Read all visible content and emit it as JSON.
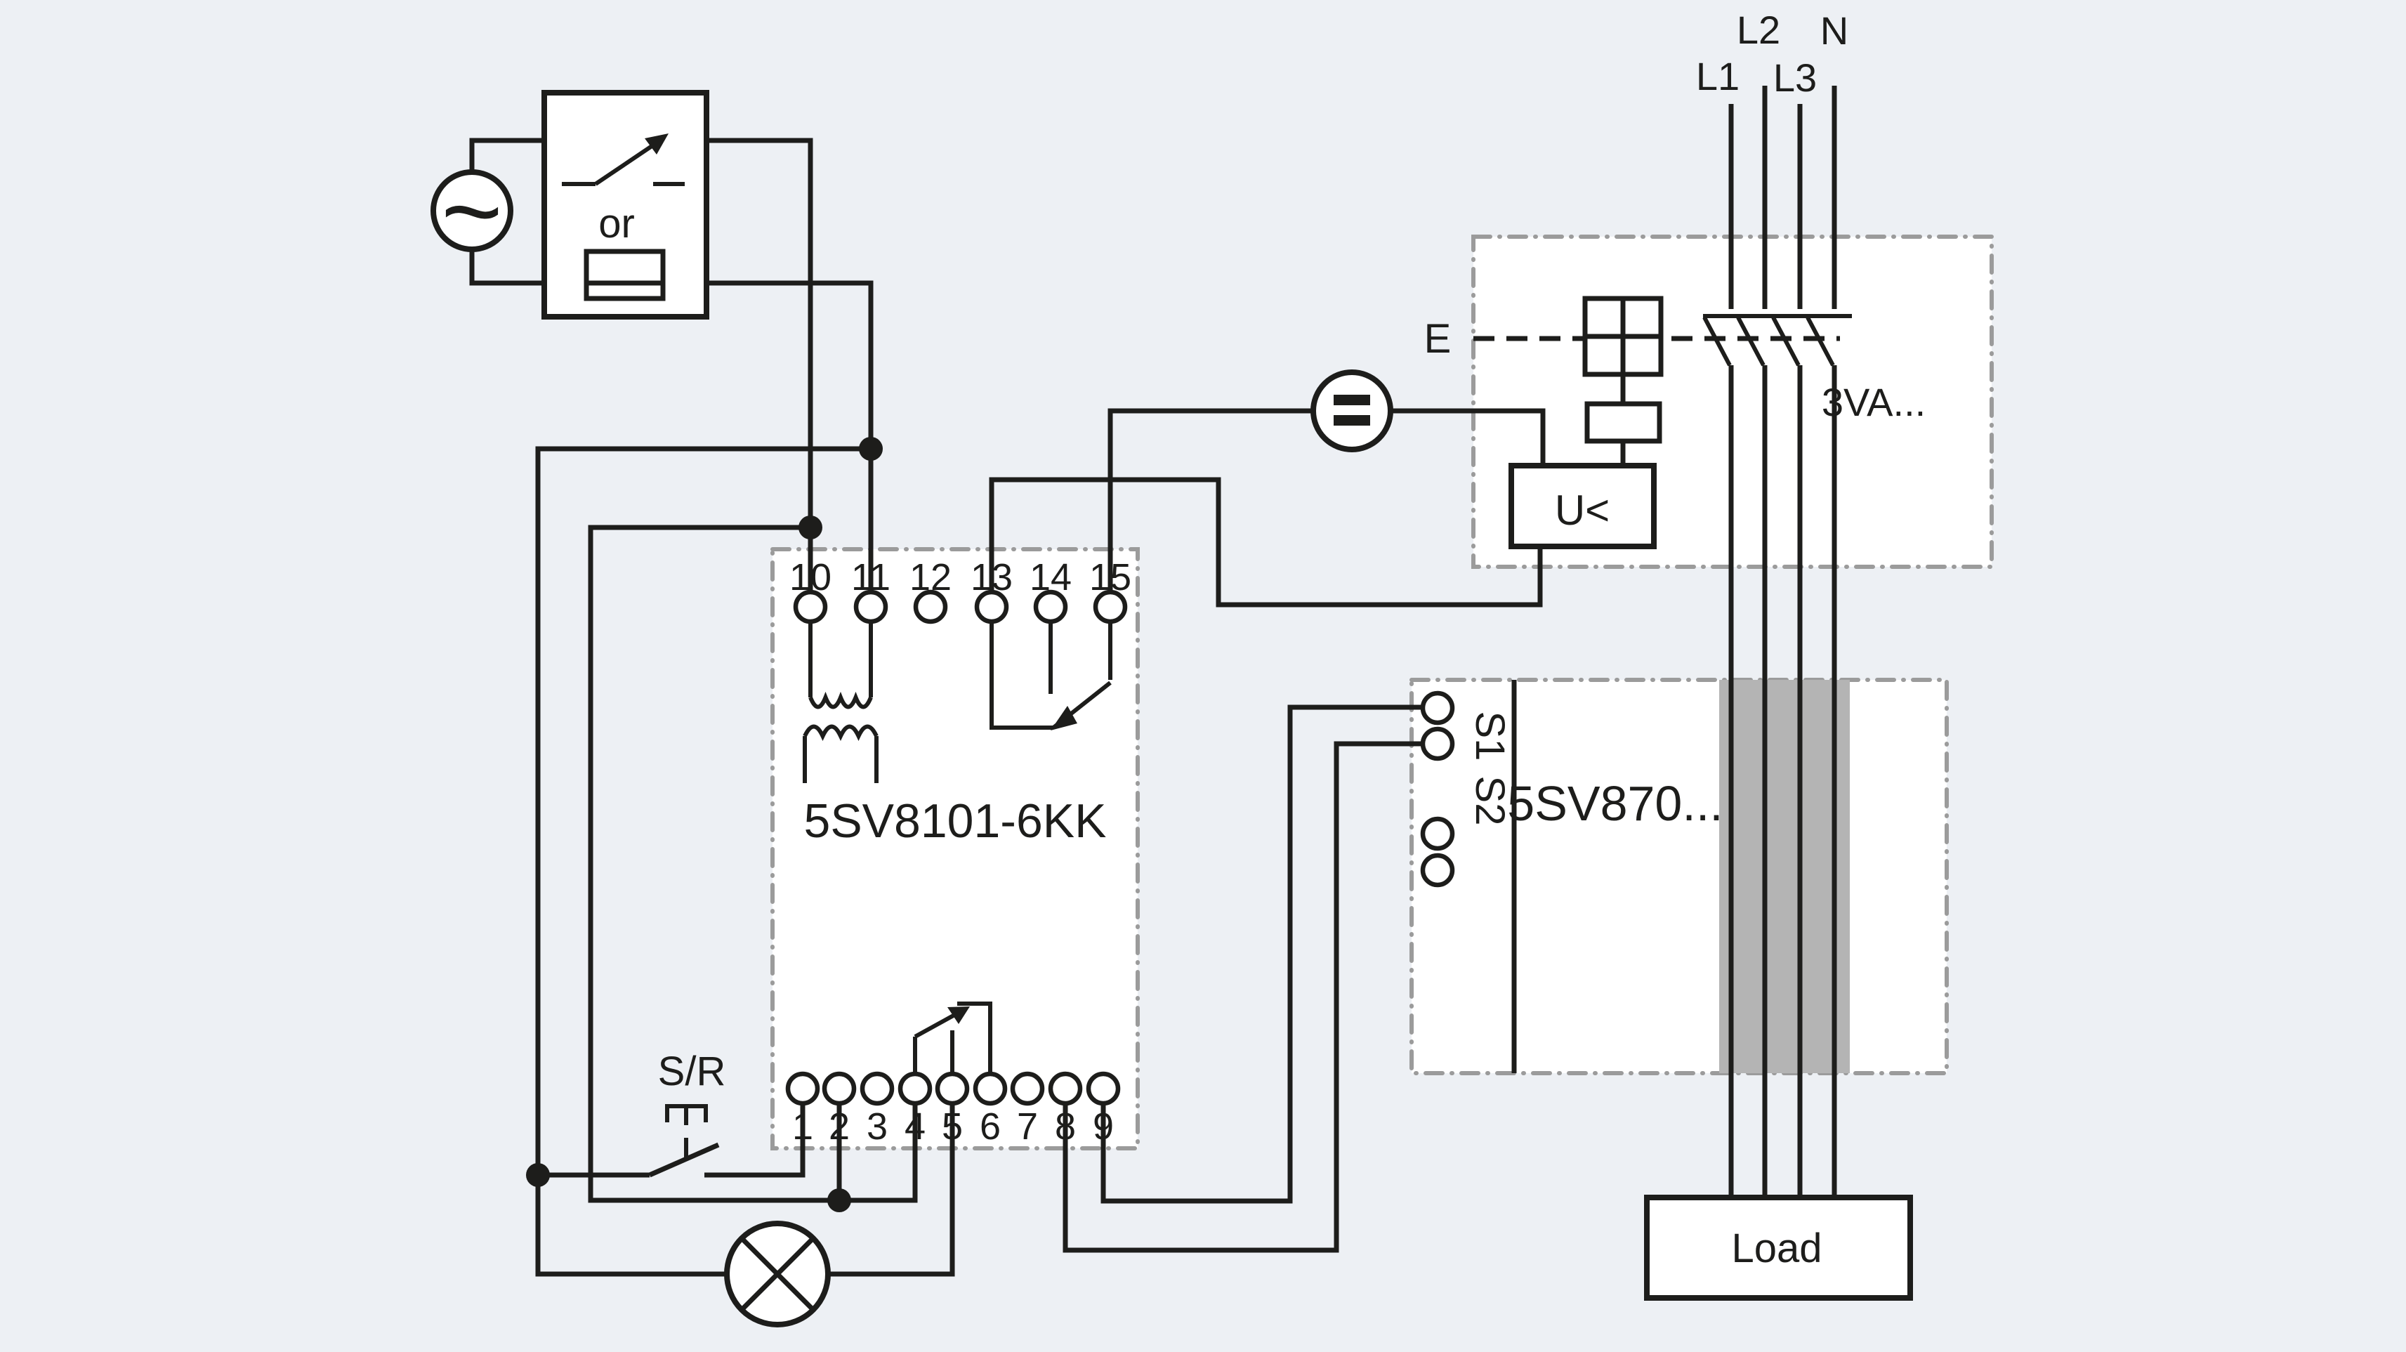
{
  "diagram": {
    "source": {
      "symbol": "~"
    },
    "isolator_box": {
      "or_label": "or"
    },
    "relay": {
      "title": "5SV8101-6KK",
      "terminals_top": [
        "10",
        "11",
        "12",
        "13",
        "14",
        "15"
      ],
      "terminals_bottom": [
        "1",
        "2",
        "3",
        "4",
        "5",
        "6",
        "7",
        "8",
        "9"
      ]
    },
    "reset_switch": {
      "label": "S/R"
    },
    "breaker": {
      "label": "3VA...",
      "trip_line_label": "E",
      "undervoltage_release_label": "U<"
    },
    "supply": {
      "l1": "L1",
      "l2": "L2",
      "l3": "L3",
      "n": "N"
    },
    "transformer": {
      "label": "5SV870...",
      "s1": "S1",
      "s2": "S2"
    },
    "load": {
      "label": "Load"
    },
    "colors": {
      "background": "#edf0f4",
      "line": "#1d1d1b",
      "dashed_border": "#9b9b9b",
      "ct_band": "#b4b4b4"
    }
  }
}
